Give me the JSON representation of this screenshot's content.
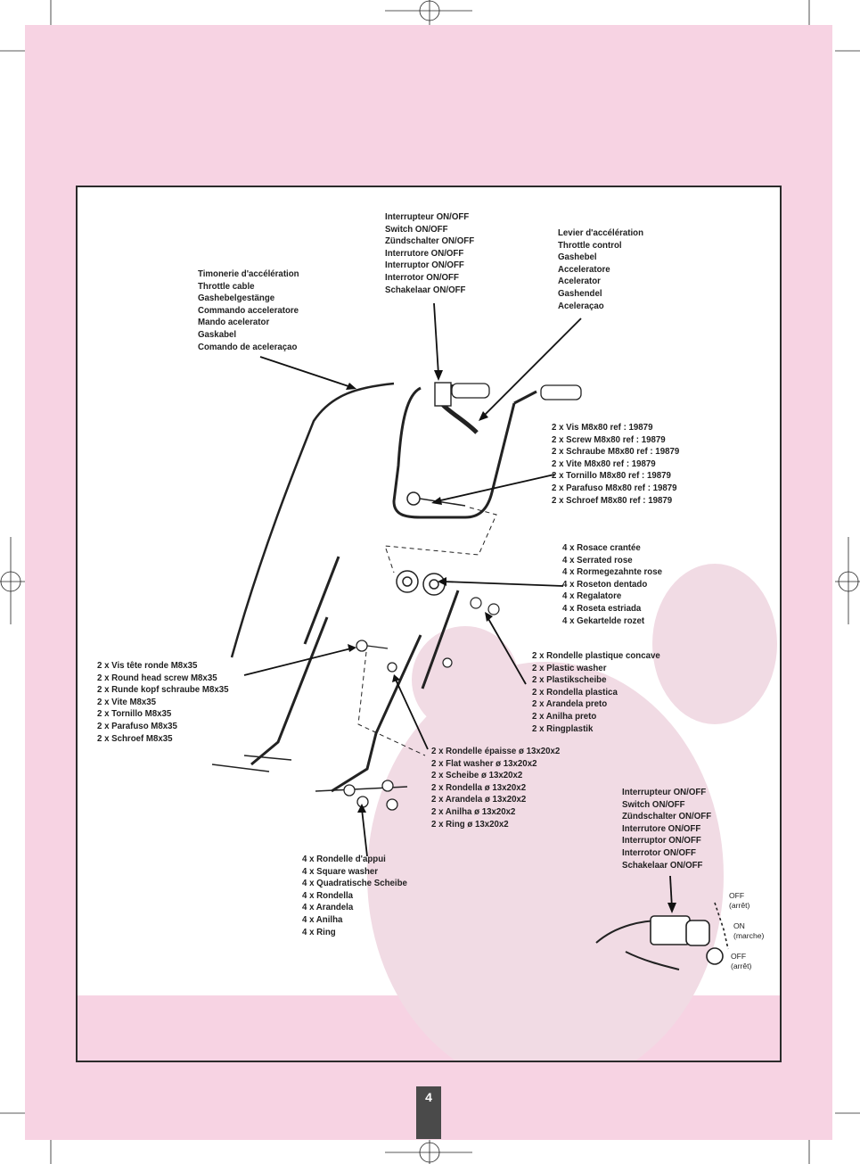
{
  "page": {
    "number": "4",
    "background_color": "#f7d3e3",
    "frame_color": "#2b2b2b"
  },
  "labels": {
    "switch_top": [
      "Interrupteur ON/OFF",
      "Switch ON/OFF",
      "Zündschalter ON/OFF",
      "Interrutore ON/OFF",
      "Interruptor ON/OFF",
      "Interrotor ON/OFF",
      "Schakelaar ON/OFF"
    ],
    "throttle_control": [
      "Levier d'accélération",
      "Throttle control",
      "Gashebel",
      "Acceleratore",
      "Acelerator",
      "Gashendel",
      "Aceleraçao"
    ],
    "throttle_cable": [
      "Timonerie d'accélération",
      "Throttle cable",
      "Gashebelgestänge",
      "Commando acceleratore",
      "Mando acelerator",
      "Gaskabel",
      "Comando de aceleraçao"
    ],
    "screw_m8x80": [
      "2 x Vis M8x80 ref : 19879",
      "2 x Screw M8x80 ref : 19879",
      "2 x Schraube M8x80 ref : 19879",
      "2 x Vite M8x80 ref : 19879",
      "2 x Tornillo M8x80 ref : 19879",
      "2 x Parafuso M8x80 ref : 19879",
      "2 x Schroef M8x80 ref : 19879"
    ],
    "serrated_rose": [
      "4 x Rosace crantée",
      "4 x Serrated rose",
      "4 x Rormegezahnte rose",
      "4 x Roseton dentado",
      "4 x Regalatore",
      "4 x Roseta estriada",
      "4 x Gekartelde rozet"
    ],
    "plastic_washer": [
      "2 x Rondelle plastique concave",
      "2 x Plastic washer",
      "2 x Plastikscheibe",
      "2 x Rondella plastica",
      "2 x Arandela preto",
      "2 x Anilha preto",
      "2 x Ringplastik"
    ],
    "round_head_screw": [
      "2 x Vis tête ronde M8x35",
      "2 x Round head screw M8x35",
      "2 x Runde kopf schraube M8x35",
      "2 x Vite M8x35",
      "2 x Tornillo M8x35",
      "2 x Parafuso M8x35",
      "2 x Schroef M8x35"
    ],
    "flat_washer": [
      "2 x Rondelle épaisse ø 13x20x2",
      "2 x Flat washer ø 13x20x2",
      "2 x Scheibe ø 13x20x2",
      "2 x Rondella ø 13x20x2",
      "2 x Arandela ø 13x20x2",
      "2 x Anilha ø 13x20x2",
      "2 x Ring ø 13x20x2"
    ],
    "square_washer": [
      "4 x Rondelle d'appui",
      "4 x Square washer",
      "4 x Quadratische Scheibe",
      "4 x Rondella",
      "4 x Arandela",
      "4 x Anilha",
      "4 x Ring"
    ],
    "switch_detail": [
      "Interrupteur ON/OFF",
      "Switch ON/OFF",
      "Zündschalter ON/OFF",
      "Interrutore ON/OFF",
      "Interruptor ON/OFF",
      "Interrotor ON/OFF",
      "Schakelaar ON/OFF"
    ],
    "switch_positions": {
      "off_top": "OFF",
      "off_top_sub": "(arrêt)",
      "on": "ON",
      "on_sub": "(marche)",
      "off_bottom": "OFF",
      "off_bottom_sub": "(arrêt)"
    }
  }
}
